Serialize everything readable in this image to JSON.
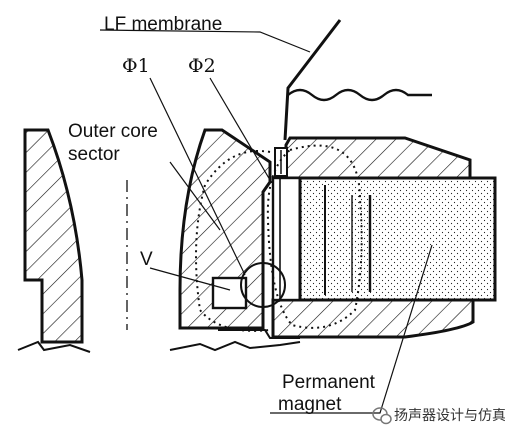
{
  "labels": {
    "lf_membrane": "LF membrane",
    "phi1": "Φ1",
    "phi2": "Φ2",
    "outer_core_line1": "Outer core",
    "outer_core_line2": "sector",
    "v": "V",
    "permanent_line1": "Permanent",
    "permanent_line2": "magnet"
  },
  "watermark": {
    "text": "扬声器设计与仿真",
    "icon": "wechat-icon"
  },
  "colors": {
    "ink": "#111111",
    "background": "#ffffff"
  }
}
